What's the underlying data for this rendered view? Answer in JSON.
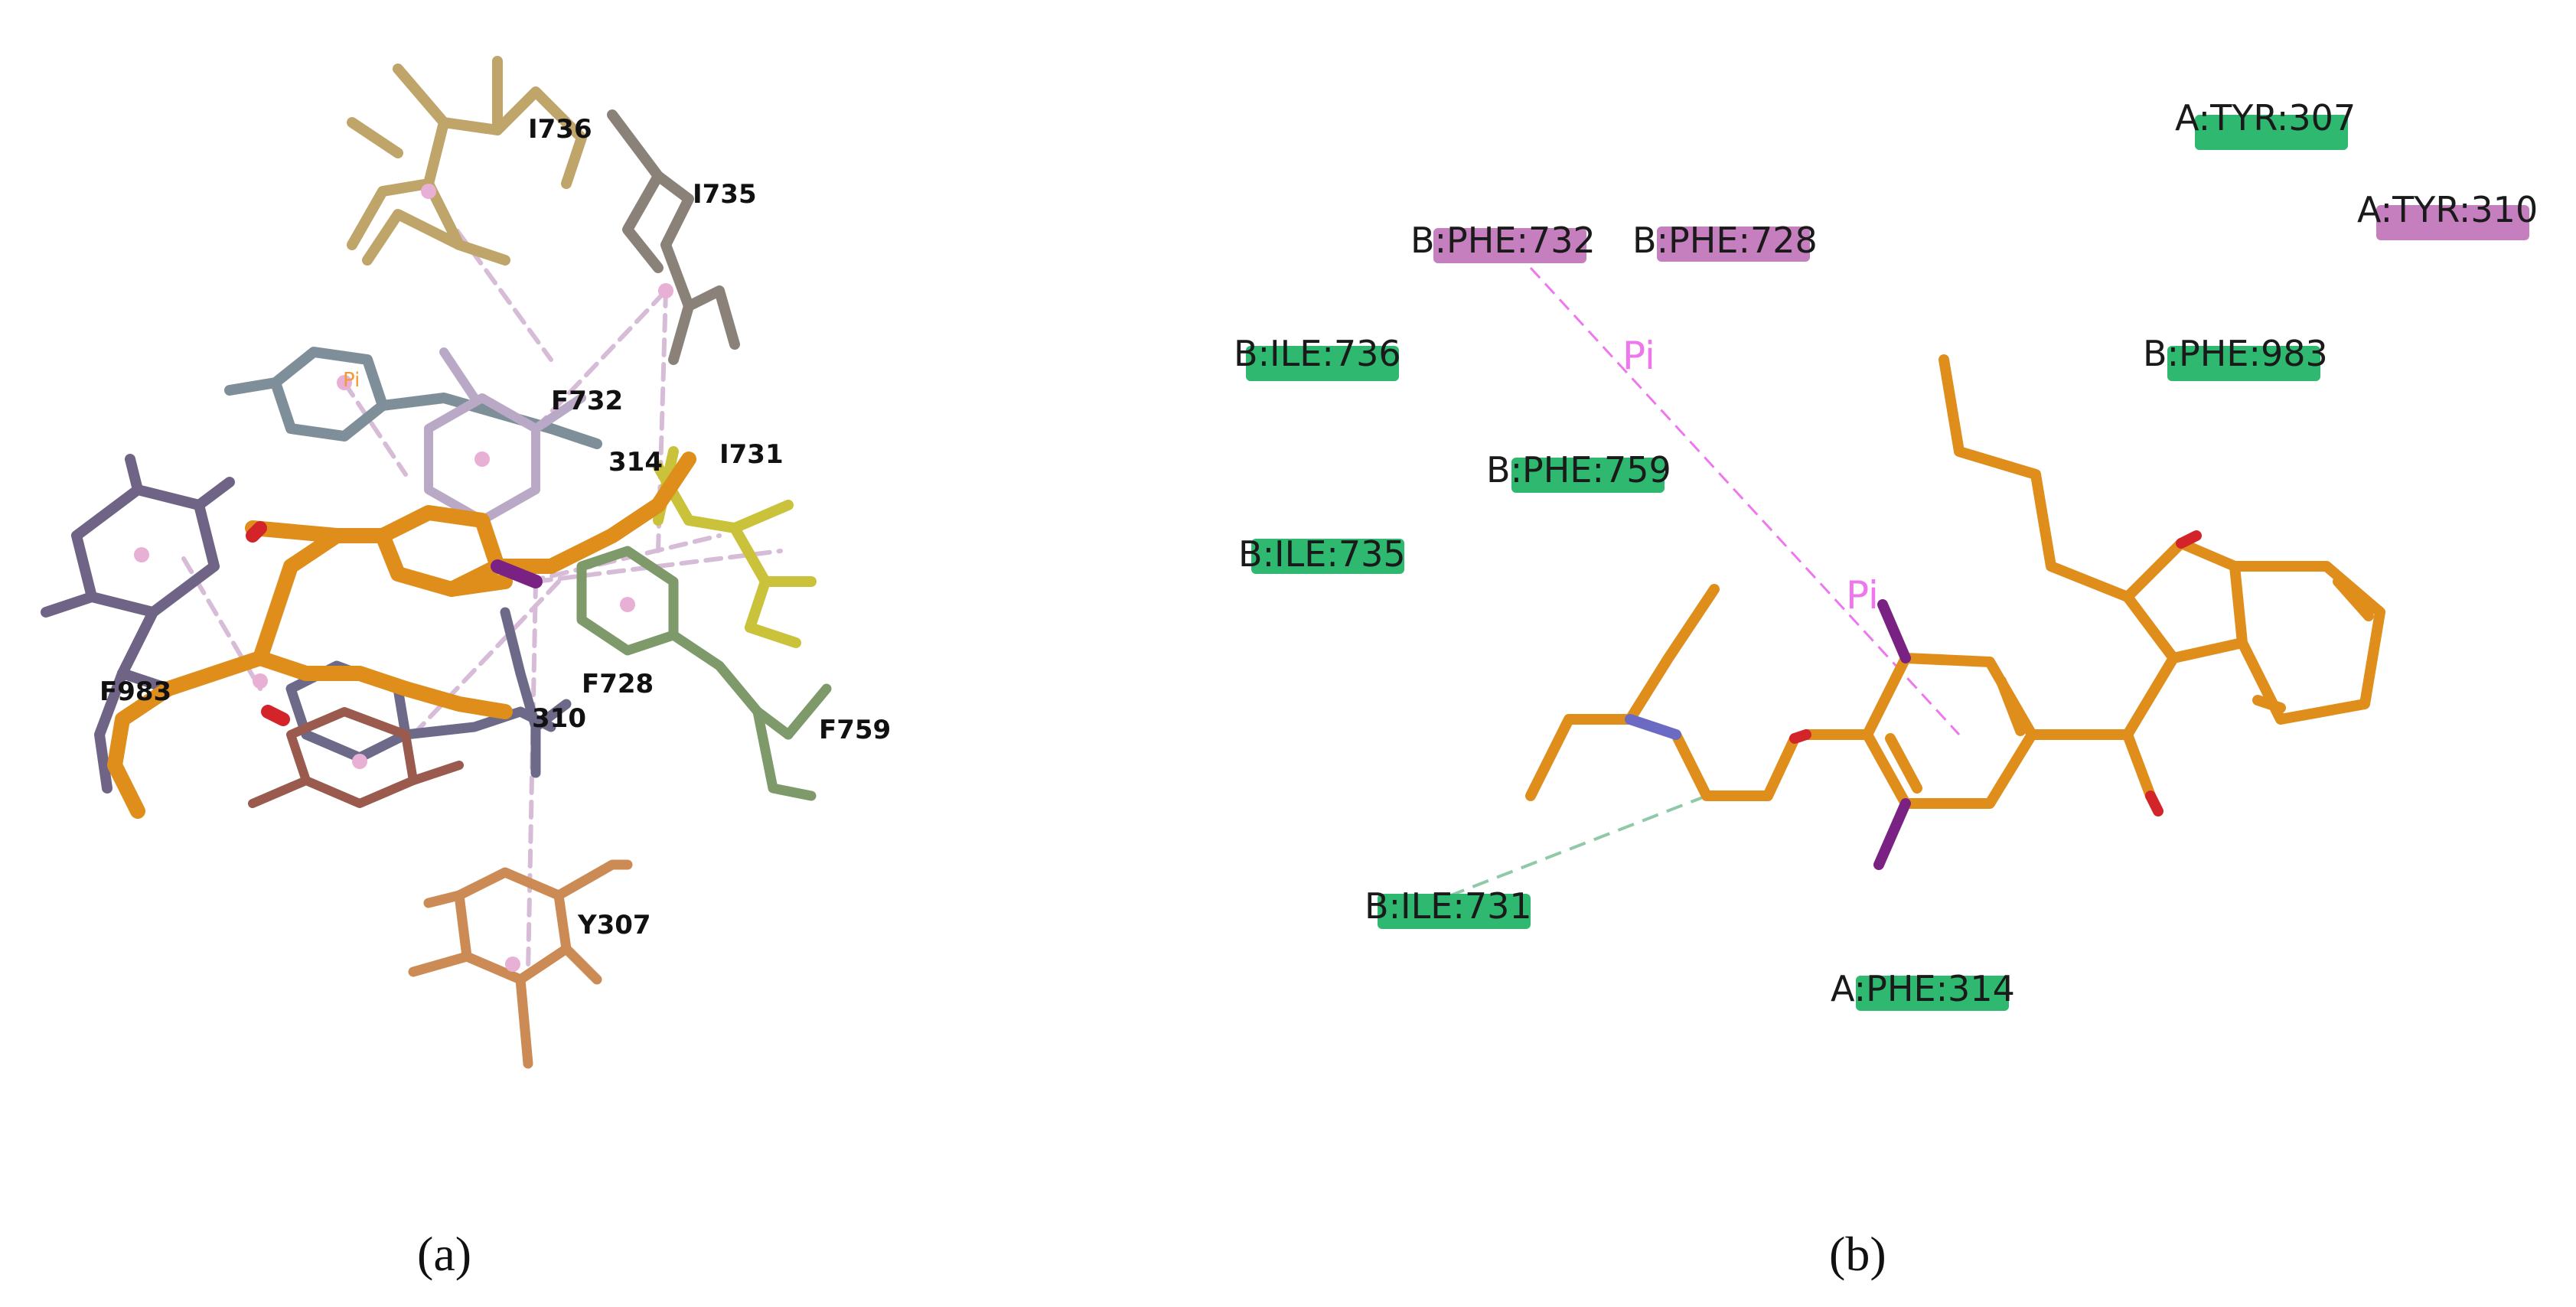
{
  "panel_a": {
    "caption": "(a)",
    "residues": [
      {
        "label": "I736",
        "color": "#bfa56a"
      },
      {
        "label": "I735",
        "color": "#8a8178"
      },
      {
        "label": "F732",
        "color": "#7f8f99"
      },
      {
        "label": "314",
        "color": "#b9a9c7"
      },
      {
        "label": "I731",
        "color": "#c9c23a"
      },
      {
        "label": "F983",
        "color": "#6f6486"
      },
      {
        "label": "F728",
        "color": "#6c6a88"
      },
      {
        "label": "310",
        "color": "#9a5a4e"
      },
      {
        "label": "F759",
        "color": "#7f9a6a"
      },
      {
        "label": "Y307",
        "color": "#cc8a55"
      }
    ],
    "annotation": "Pi"
  },
  "panel_b": {
    "caption": "(b)",
    "residues": [
      {
        "chain": "A",
        "name": ":TYR:307",
        "type": "green"
      },
      {
        "chain": "A",
        "name": ":TYR:310",
        "type": "pink"
      },
      {
        "chain": "B",
        "name": ":PHE:732",
        "type": "pink"
      },
      {
        "chain": "B",
        "name": ":PHE:728",
        "type": "pink"
      },
      {
        "chain": "B",
        "name": ":ILE:736",
        "type": "green"
      },
      {
        "chain": "B",
        "name": ":PHE:983",
        "type": "green"
      },
      {
        "chain": "B",
        "name": ":PHE:759",
        "type": "green"
      },
      {
        "chain": "B",
        "name": ":ILE:735",
        "type": "green"
      },
      {
        "chain": "B",
        "name": ":ILE:731",
        "type": "green"
      },
      {
        "chain": "A",
        "name": ":PHE:314",
        "type": "green"
      }
    ],
    "pi_labels": [
      "Pi",
      "Pi"
    ]
  },
  "colors": {
    "ligand": "#e08e1b",
    "green_badge": "#2eb870",
    "pink_badge": "#c57fbe",
    "pi_line": "#ee77ee",
    "hbond_line": "#8fc9a8",
    "iodine": "#7a2283",
    "oxygen": "#d3242a",
    "nitrogen": "#6b6bc4"
  }
}
